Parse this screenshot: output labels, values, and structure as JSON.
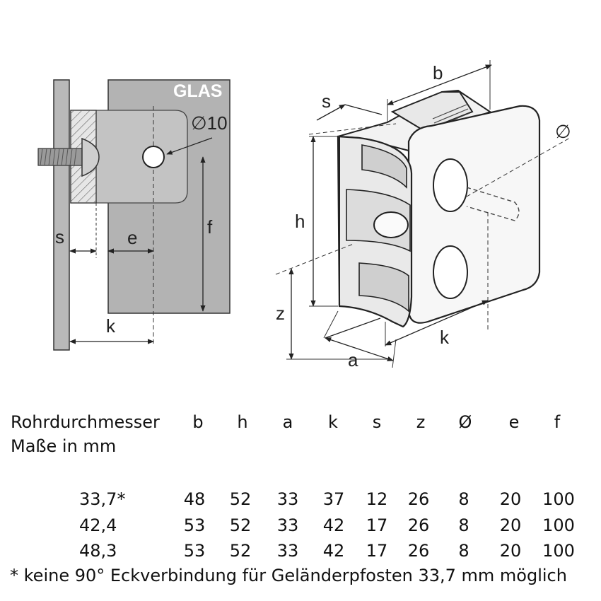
{
  "drawing": {
    "glas_label": "GLAS",
    "hole_label": "∅10",
    "left_dims": {
      "s": "s",
      "e": "e",
      "f": "f",
      "k": "k"
    },
    "right_dims": {
      "b": "b",
      "s": "s",
      "h": "h",
      "z": "z",
      "a": "a",
      "k": "k",
      "diameter": "∅"
    }
  },
  "table": {
    "header_name": "Rohrdurchmesser",
    "unit_note": "Maße in mm",
    "columns": [
      "b",
      "h",
      "a",
      "k",
      "s",
      "z",
      "Ø",
      "e",
      "f"
    ],
    "rows": [
      {
        "name": "33,7*",
        "values": [
          "48",
          "52",
          "33",
          "37",
          "12",
          "26",
          "8",
          "20",
          "100"
        ]
      },
      {
        "name": "42,4",
        "values": [
          "53",
          "52",
          "33",
          "42",
          "17",
          "26",
          "8",
          "20",
          "100"
        ]
      },
      {
        "name": "48,3",
        "values": [
          "53",
          "52",
          "33",
          "42",
          "17",
          "26",
          "8",
          "20",
          "100"
        ]
      }
    ],
    "footnote": "* keine 90° Eckverbindung für Geländerpfosten 33,7 mm möglich"
  }
}
